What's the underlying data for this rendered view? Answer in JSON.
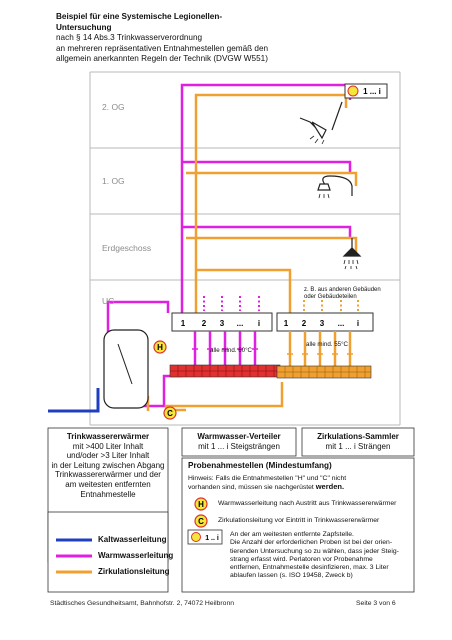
{
  "title": {
    "line1": "Beispiel für eine Systemische Legionellen-",
    "line2": "Untersuchung",
    "line3": "nach § 14 Abs.3 Trinkwasserverordnung",
    "line4": "an mehreren repräsentativen Entnahmestellen gemäß den",
    "line5": "allgemein anerkannten Regeln der Technik (DVGW W551)"
  },
  "floors": {
    "og2": "2. OG",
    "og1": "1. OG",
    "eg": "Erdgeschoss",
    "ug": "UG"
  },
  "tags": {
    "sample_range": "1 ... i",
    "h": "H",
    "c": "C"
  },
  "distributor": {
    "numbers": [
      "1",
      "2",
      "3",
      "...",
      "i"
    ],
    "temp": "alle mind. 60°C"
  },
  "collector": {
    "numbers": [
      "1",
      "2",
      "3",
      "...",
      "i"
    ],
    "temp": "alle mind. 55°C",
    "note_line1": "z. B. aus anderen Gebäuden",
    "note_line2": "oder Gebäudeteilen"
  },
  "boxes": {
    "heater": {
      "line1": "Trinkwassererwärmer",
      "line2": "mit >400 Liter Inhalt",
      "line3": "und/oder >3 Liter Inhalt",
      "line4": "in der Leitung zwischen Abgang",
      "line5": "Trinkwassererwärmer und der",
      "line6": "am weitesten entfernten",
      "line7": "Entnahmestelle"
    },
    "distributor": {
      "line1": "Warmwasser-Verteiler",
      "line2": "mit 1 ... i Steigsträngen"
    },
    "collector": {
      "line1": "Zirkulations-Sammler",
      "line2": "mit 1 ... i Strängen"
    }
  },
  "sampling": {
    "heading": "Probenahmestellen (Mindestumfang)",
    "hint_line1": "Hinweis: Falls die  Entnahmestellen \"H\" und \"C\" nicht",
    "hint_line2a": "vorhanden sind, müssen sie nachgerüstet ",
    "hint_line2b": "werden.",
    "h_text": "Warmwasserleitung nach Austritt aus Trinkwassererwärmer",
    "c_text": "Zirkulationsleitung vor Eintritt in Trinkwassererwärmer",
    "range_tag": "1 .. i",
    "range_lines": [
      "An der am weitesten entfernte Zapfstelle.",
      "Die Anzahl der erforderlichen Proben ist bei der orien-",
      "tierenden Untersuchung so zu wählen, dass jeder Steig-",
      "strang erfasst wird. Perlatoren vor Probenahme",
      "entfernen, Entnahmestelle desinfizieren, max. 3 Liter",
      "ablaufen lassen (s. ISO 19458, Zweck b)"
    ]
  },
  "legend": {
    "cold": "Kaltwasserleitung",
    "warm": "Warmwasserleitung",
    "circ": "Zirkulationsleitung"
  },
  "footer": {
    "left": "Städtisches Gesundheitsamt, Bahnhofstr. 2, 74072 Heilbronn",
    "right": "Seite 3 von 6"
  },
  "colors": {
    "cold": "#1f3fbf",
    "warm": "#e020e0",
    "circ": "#f0a030",
    "sample_fill": "#f5e63a",
    "sample_border": "#e03030",
    "manifold_fill": "#e03030"
  },
  "icons": [
    "shower-head-icon",
    "hand-shower-icon",
    "ceiling-shower-icon",
    "water-heater-tank-icon"
  ]
}
